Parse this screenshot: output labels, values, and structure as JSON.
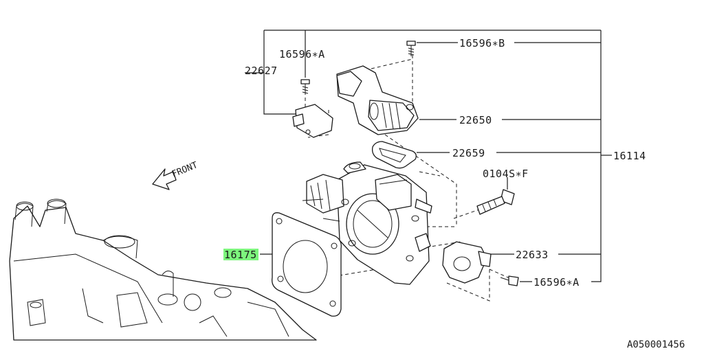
{
  "diagram_id": "A050001456",
  "front_label": "FRONT",
  "highlight_color": "#7df57d",
  "parts": {
    "p16596A_top": "16596∗A",
    "p22627": "22627",
    "p16596B": "16596∗B",
    "p22650": "22650",
    "p22659": "22659",
    "p16114": "16114",
    "p0104SF": "0104S∗F",
    "p16175": "16175",
    "p22633": "22633",
    "p16596A_bottom": "16596∗A"
  }
}
